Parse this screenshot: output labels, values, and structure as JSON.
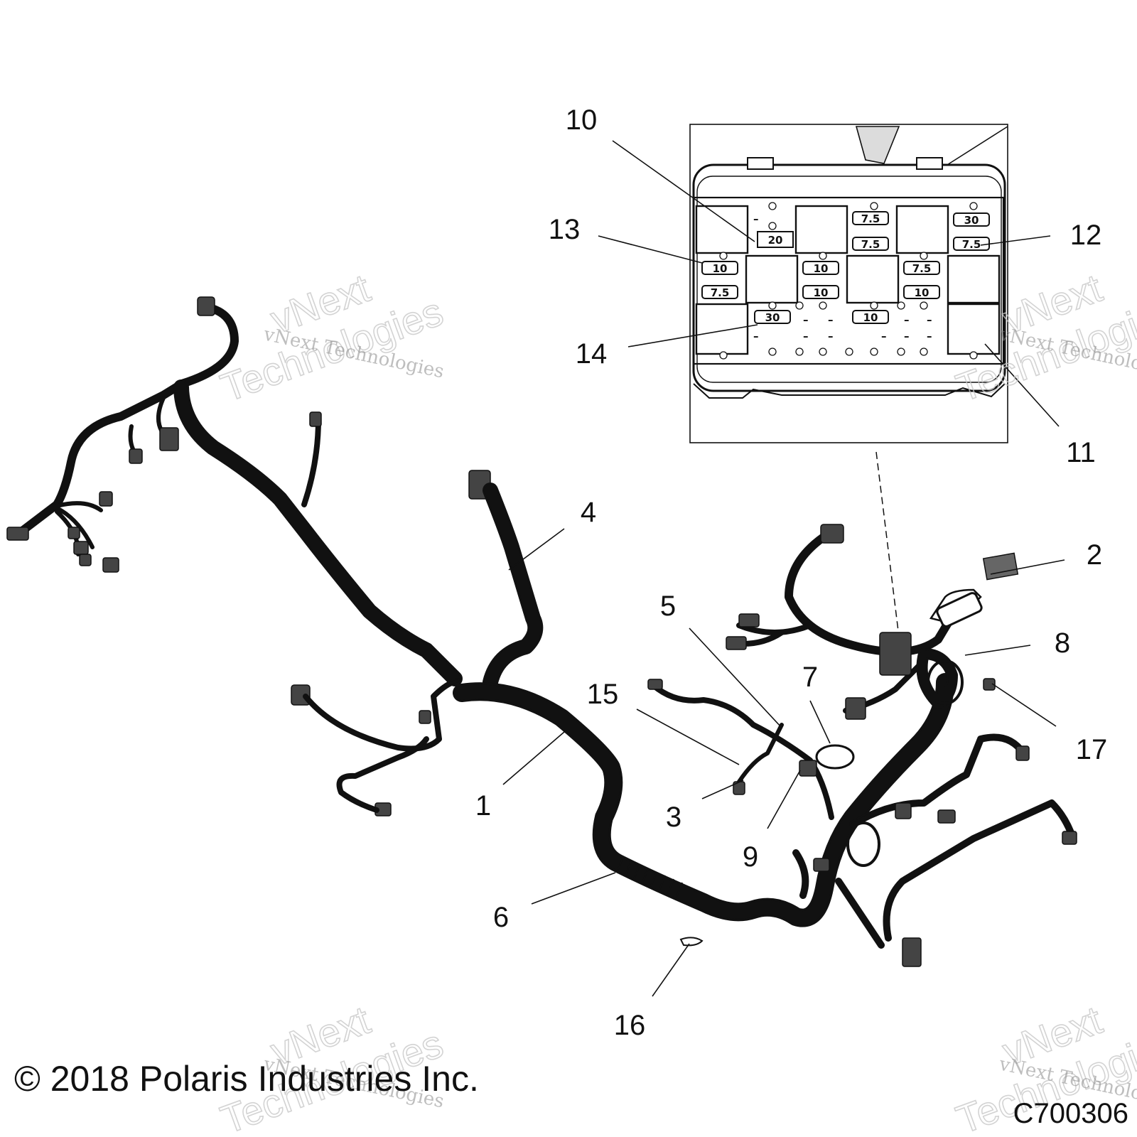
{
  "callouts": [
    {
      "id": "1",
      "label": "1"
    },
    {
      "id": "2",
      "label": "2"
    },
    {
      "id": "3",
      "label": "3"
    },
    {
      "id": "4",
      "label": "4"
    },
    {
      "id": "5",
      "label": "5"
    },
    {
      "id": "6",
      "label": "6"
    },
    {
      "id": "7",
      "label": "7"
    },
    {
      "id": "8",
      "label": "8"
    },
    {
      "id": "9",
      "label": "9"
    },
    {
      "id": "10",
      "label": "10"
    },
    {
      "id": "11",
      "label": "11"
    },
    {
      "id": "12",
      "label": "12"
    },
    {
      "id": "13",
      "label": "13"
    },
    {
      "id": "14",
      "label": "14"
    },
    {
      "id": "15",
      "label": "15"
    },
    {
      "id": "16",
      "label": "16"
    },
    {
      "id": "17",
      "label": "17"
    }
  ],
  "fuse_box": {
    "fuses": [
      "20",
      "7.5",
      "7.5",
      "30",
      "7.5",
      "10",
      "7.5",
      "10",
      "10",
      "7.5",
      "10",
      "30",
      "10"
    ],
    "blank_fuse_marker": "–"
  },
  "watermark": {
    "line": "vNext Technologies",
    "big_1": "vNext",
    "big_2": "Technologies"
  },
  "footer": {
    "copyright": "© 2018 Polaris Industries Inc.",
    "figure_code": "C700306"
  }
}
